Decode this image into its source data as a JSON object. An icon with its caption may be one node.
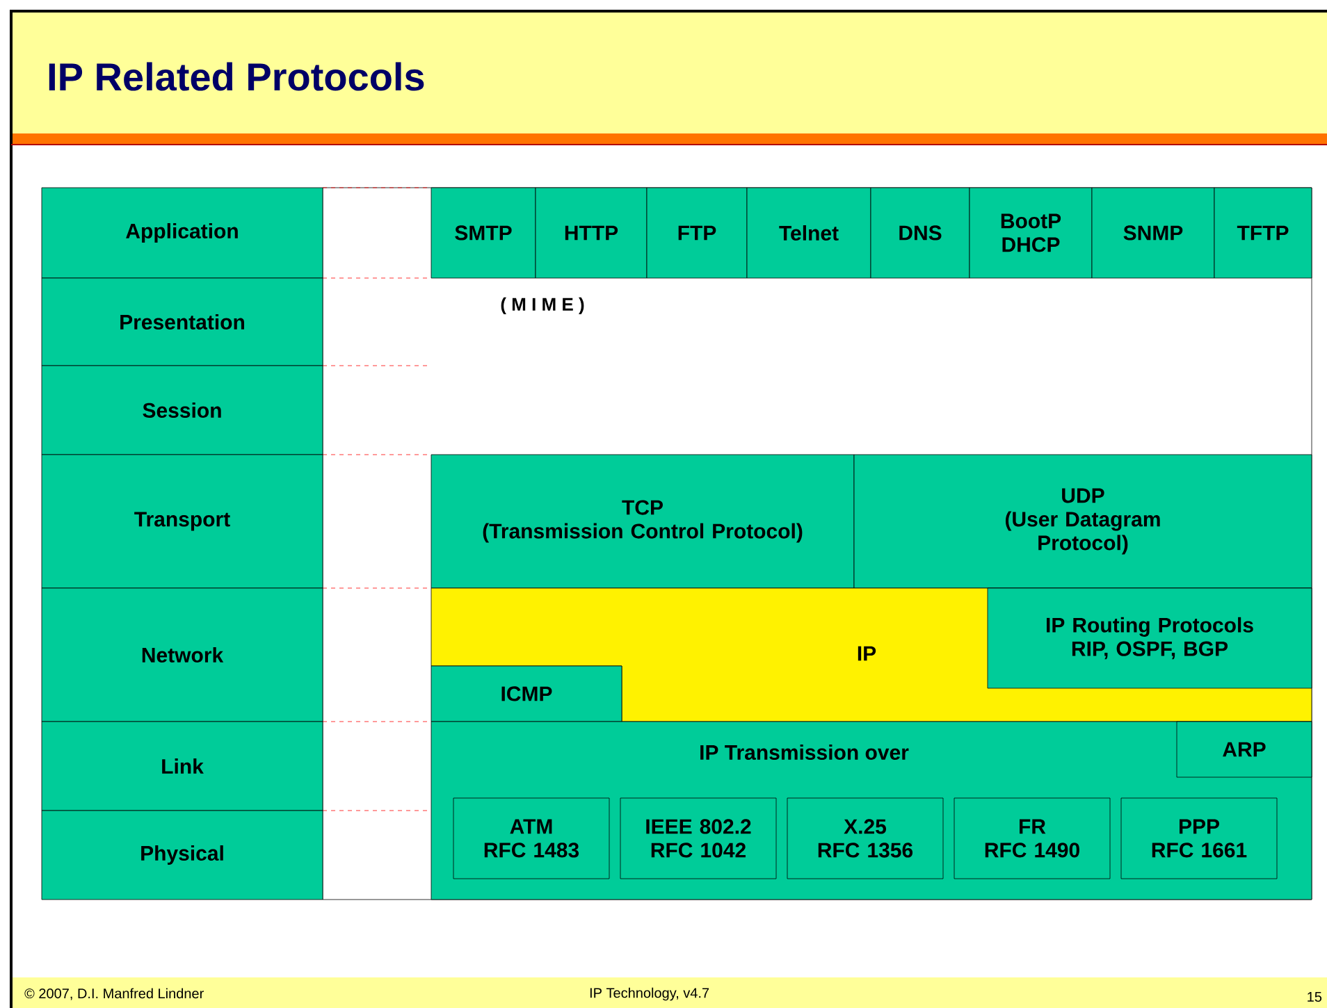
{
  "diagram": {
    "title": "IP Related Protocols",
    "nodes": [
      {
        "text": [
          "Application"
        ]
      },
      {
        "text": [
          "Presentation"
        ]
      },
      {
        "text": [
          "Session"
        ]
      },
      {
        "text": [
          "Transport"
        ]
      },
      {
        "text": [
          "Network"
        ]
      },
      {
        "text": [
          "Link"
        ]
      },
      {
        "text": [
          "Physical"
        ]
      },
      {
        "text": [
          "SMTP"
        ]
      },
      {
        "text": [
          "HTTP"
        ]
      },
      {
        "text": [
          "FTP"
        ]
      },
      {
        "text": [
          "Telnet"
        ]
      },
      {
        "text": [
          "DNS"
        ]
      },
      {
        "text": [
          "BootP DHCP"
        ]
      },
      {
        "text": [
          "SNMP"
        ]
      },
      {
        "text": [
          "TFTP"
        ]
      },
      {
        "text": [
          "TCP",
          "(Transmission Control Protocol)"
        ]
      },
      {
        "text": [
          "UDP",
          "(User Datagram Protocol)"
        ]
      },
      {
        "text": [
          "IP"
        ]
      },
      {
        "text": [
          "IP Routing Protocols",
          "RIP, OSPF, BGP"
        ],
        "in": 17
      },
      {
        "text": [
          "ICMP"
        ]
      },
      {
        "text": [
          "IP Transmission over"
        ]
      },
      {
        "text": [
          "ARP"
        ],
        "in": 20
      },
      {
        "text": [
          "ATM",
          "RFC 1483"
        ],
        "in": 20
      },
      {
        "text": [
          "IEEE 802.2",
          "RFC 1042"
        ],
        "in": 20
      },
      {
        "text": [
          "X.25",
          "RFC 1356"
        ],
        "in": 20
      },
      {
        "text": [
          "FR",
          "RFC 1490"
        ],
        "in": 20
      },
      {
        "text": [
          "PPP",
          "RFC 1661"
        ],
        "in": 20
      }
    ],
    "labels": [
      "( M I M E )",
      "© 2007, D.I. Manfred Lindner",
      "IP Technology, v4.7",
      "15"
    ]
  }
}
